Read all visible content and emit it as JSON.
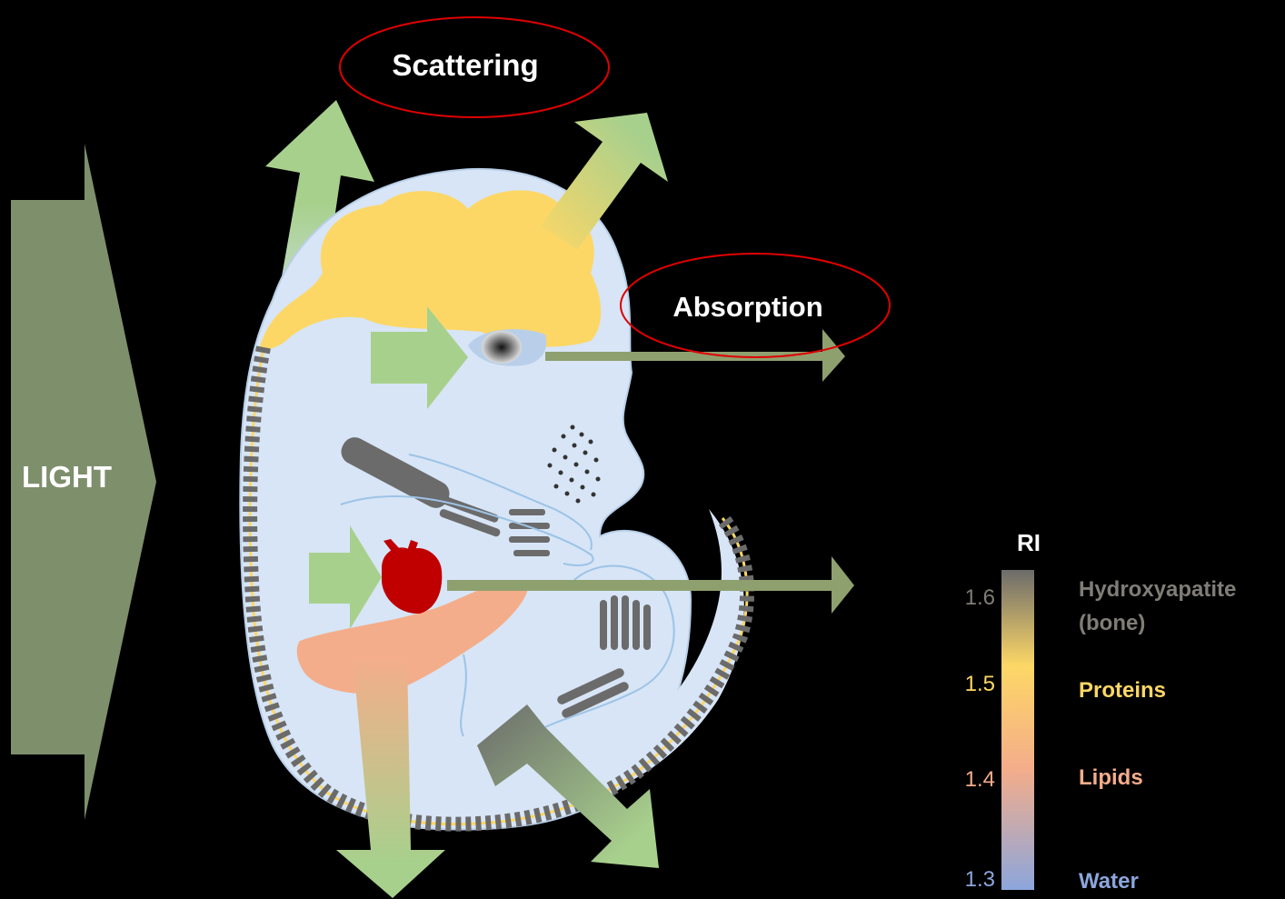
{
  "labels": {
    "light": "LIGHT",
    "scattering": "Scattering",
    "absorption": "Absorption"
  },
  "ri_scale": {
    "title": "RI",
    "ticks": [
      {
        "value": "1.6",
        "material_line1": "Hydroxyapatite",
        "material_line2": "(bone)",
        "color": "#807d76"
      },
      {
        "value": "1.5",
        "material_line1": "Proteins",
        "material_line2": "",
        "color": "#fdd766"
      },
      {
        "value": "1.4",
        "material_line1": "Lipids",
        "material_line2": "",
        "color": "#f4ad8a"
      },
      {
        "value": "1.3",
        "material_line1": "Water",
        "material_line2": "",
        "color": "#8ca6dc"
      }
    ]
  },
  "colors": {
    "background": "#000000",
    "light_arrow": "#7e8f6c",
    "arrow_green": "#a8d08d",
    "body": "#d7e5f6",
    "body_outline": "#9dc3e6",
    "protein": "#fdd766",
    "lipid": "#f4ad8a",
    "bone": "#6b6b6b",
    "heart": "#c00000",
    "ellipse": "#e00000"
  }
}
